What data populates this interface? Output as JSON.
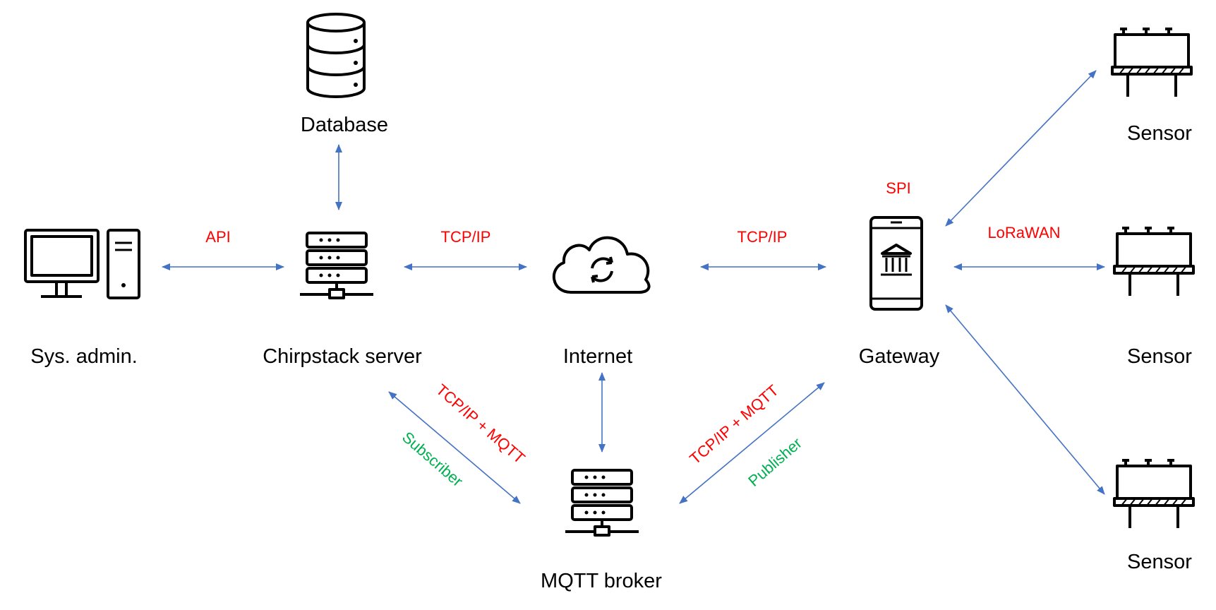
{
  "nodes": {
    "database": "Database",
    "sys_admin": "Sys. admin.",
    "chirpstack": "Chirpstack server",
    "internet": "Internet",
    "gateway": "Gateway",
    "mqtt_broker": "MQTT broker",
    "sensor_top": "Sensor",
    "sensor_mid": "Sensor",
    "sensor_bottom": "Sensor"
  },
  "links": {
    "api": "API",
    "tcpip_left": "TCP/IP",
    "tcpip_right": "TCP/IP",
    "spi": "SPI",
    "lorawan": "LoRaWAN",
    "tcpip_mqtt_left": "TCP/IP + MQTT",
    "tcpip_mqtt_right": "TCP/IP + MQTT",
    "subscriber": "Subscriber",
    "publisher": "Publisher"
  },
  "colors": {
    "link": "#4472c4",
    "protocol_text": "#ff0000",
    "role_text": "#00b050"
  },
  "icons": {
    "database": "database-icon",
    "sys_admin": "desktop-computer-icon",
    "chirpstack": "server-icon",
    "internet": "cloud-sync-icon",
    "gateway": "gateway-device-icon",
    "mqtt_broker": "server-icon",
    "sensor": "sensor-icon"
  }
}
